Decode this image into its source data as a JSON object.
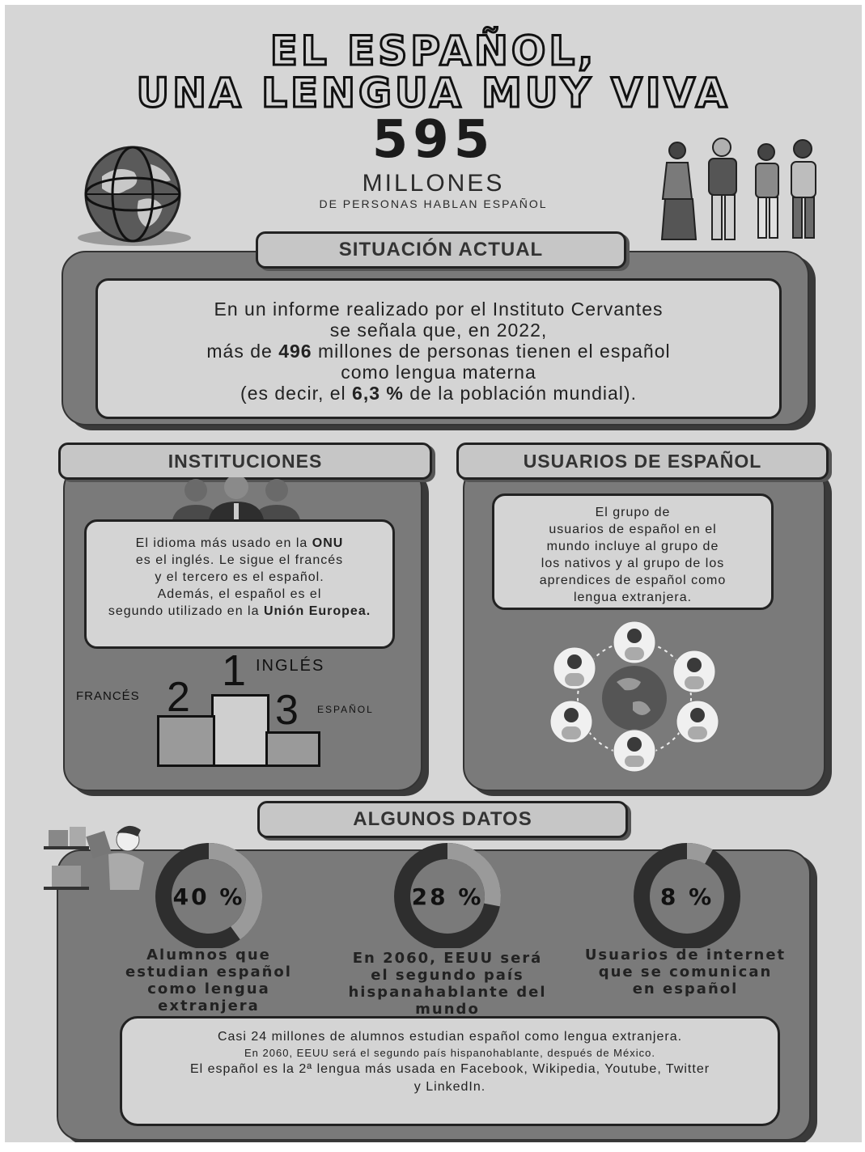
{
  "title": {
    "line1": "EL ESPAÑOL,",
    "line2": "UNA LENGUA MUY VIVA"
  },
  "headline": {
    "number": "595",
    "unit": "MILLONES",
    "subtitle": "DE PERSONAS HABLAN ESPAÑOL"
  },
  "situacion": {
    "tab": "SITUACIÓN ACTUAL",
    "line1": "En un informe realizado por el Instituto Cervantes",
    "line2": "se señala que, en 2022,",
    "line3_pre": "más de ",
    "line3_bold": "496",
    "line3_post": " millones de personas tienen el español",
    "line4": "como lengua materna",
    "line5_pre": "(es decir, el ",
    "line5_bold": "6,3 %",
    "line5_post": " de la población mundial)."
  },
  "instituciones": {
    "tab": "INSTITUCIONES",
    "t1": "El idioma más usado en la ",
    "b1": "ONU",
    "t2": "es el inglés. Le sigue el francés",
    "t3": "y el tercero es el español.",
    "t4": "Además, el español es el",
    "t5": "segundo utilizado en la ",
    "b2": "Unión Europea.",
    "podium": {
      "first_num": "1",
      "first_label": "INGLÉS",
      "second_num": "2",
      "second_label": "FRANCÉS",
      "third_num": "3",
      "third_label": "ESPAÑOL"
    }
  },
  "usuarios": {
    "tab": "USUARIOS DE ESPAÑOL",
    "lines": [
      "El  grupo de",
      "usuarios de español en el",
      "mundo incluye al grupo de",
      "los nativos y al grupo de los",
      "aprendices de español como",
      "lengua extranjera."
    ]
  },
  "datos": {
    "tab": "ALGUNOS DATOS",
    "stats": [
      {
        "pct": "40 %",
        "value": 40,
        "caption": [
          "Alumnos que",
          "estudian español",
          "como lengua",
          "extranjera"
        ]
      },
      {
        "pct": "28 %",
        "value": 28,
        "caption": [
          "En 2060, EEUU será",
          "el segundo país",
          "hispanahablante del",
          "mundo"
        ]
      },
      {
        "pct": "8 %",
        "value": 8,
        "caption": [
          "Usuarios de internet",
          "que se comunican",
          "en español"
        ]
      }
    ],
    "summary": {
      "l1": "Casi 24 millones de alumnos estudian español como lengua extranjera.",
      "l2": "En 2060, EEUU será el segundo país hispanohablante, después de México.",
      "l3": "El español es la 2ª lengua más usada en Facebook, Wikipedia, Youtube, Twitter",
      "l4": "y LinkedIn."
    }
  },
  "colors": {
    "background": "#d6d6d6",
    "panel": "#7a7a7a",
    "ring_dark": "#2e2e2e",
    "ring_light": "#9a9a9a"
  }
}
